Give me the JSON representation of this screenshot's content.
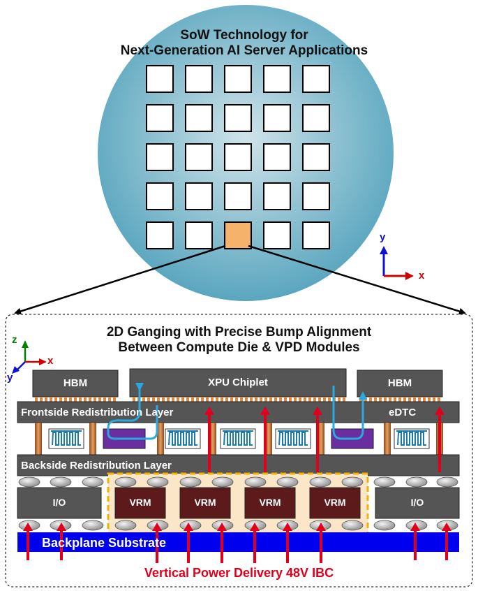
{
  "wafer": {
    "title_line1": "SoW Technology for",
    "title_line2": "Next-Generation AI Server Applications",
    "grid_rows": 5,
    "grid_cols": 5,
    "highlighted_die": {
      "row": 5,
      "col": 3
    },
    "colors": {
      "wafer_center": "#cfe3e9",
      "wafer_edge": "#5aa6bf",
      "die_highlight": "#f4b26a"
    }
  },
  "wafer_axes": {
    "y_label": "y",
    "x_label": "x"
  },
  "panel": {
    "title_line1": "2D Ganging with Precise Bump Alignment",
    "title_line2": "Between Compute Die & VPD Modules"
  },
  "panel_axes": {
    "z_label": "z",
    "x_label": "x",
    "y_label": "y"
  },
  "layers": {
    "hbm_left": "HBM",
    "xpu": "XPU Chiplet",
    "hbm_right": "HBM",
    "frontside_rdl": "Frontside Redistribution Layer",
    "edtc": "eDTC",
    "backside_rdl": "Backside Redistribution Layer",
    "io_left": "I/O",
    "io_right": "I/O",
    "vrm": [
      "VRM",
      "VRM",
      "VRM",
      "VRM"
    ],
    "backplane": "Backplane Substrate",
    "power_delivery": "Vertical Power Delivery 48V IBC"
  },
  "colors": {
    "layer_gray": "#555555",
    "vrm_brown": "#5c1a1a",
    "vrm_zone_fill": "#fbe7c8",
    "zone_outline": "#f2b000",
    "backplane_blue": "#0000ee",
    "power_red": "#e0001b",
    "signal_cyan": "#2aa8e0",
    "purple_block": "#6a2ea0",
    "via_copper": "#c8753a"
  }
}
